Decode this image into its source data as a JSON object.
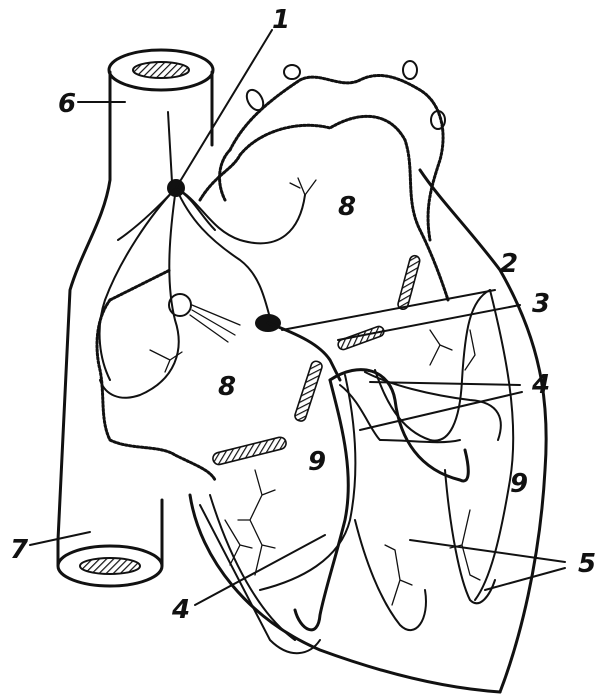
{
  "labels": {
    "sinoatrial_node": "1",
    "atrioventricular_node": "2",
    "his_bundle": "3",
    "bundle_branch_right": "4",
    "bundle_branch_left": "4",
    "purkinje_fibers": "5",
    "superior_vena_cava": "6",
    "inferior_vena_cava": "7",
    "atrium_upper": "8",
    "atrium_lower": "8",
    "ventricle_left": "9",
    "ventricle_right": "9"
  },
  "colors": {
    "ink": "#111111",
    "paper": "#ffffff"
  }
}
